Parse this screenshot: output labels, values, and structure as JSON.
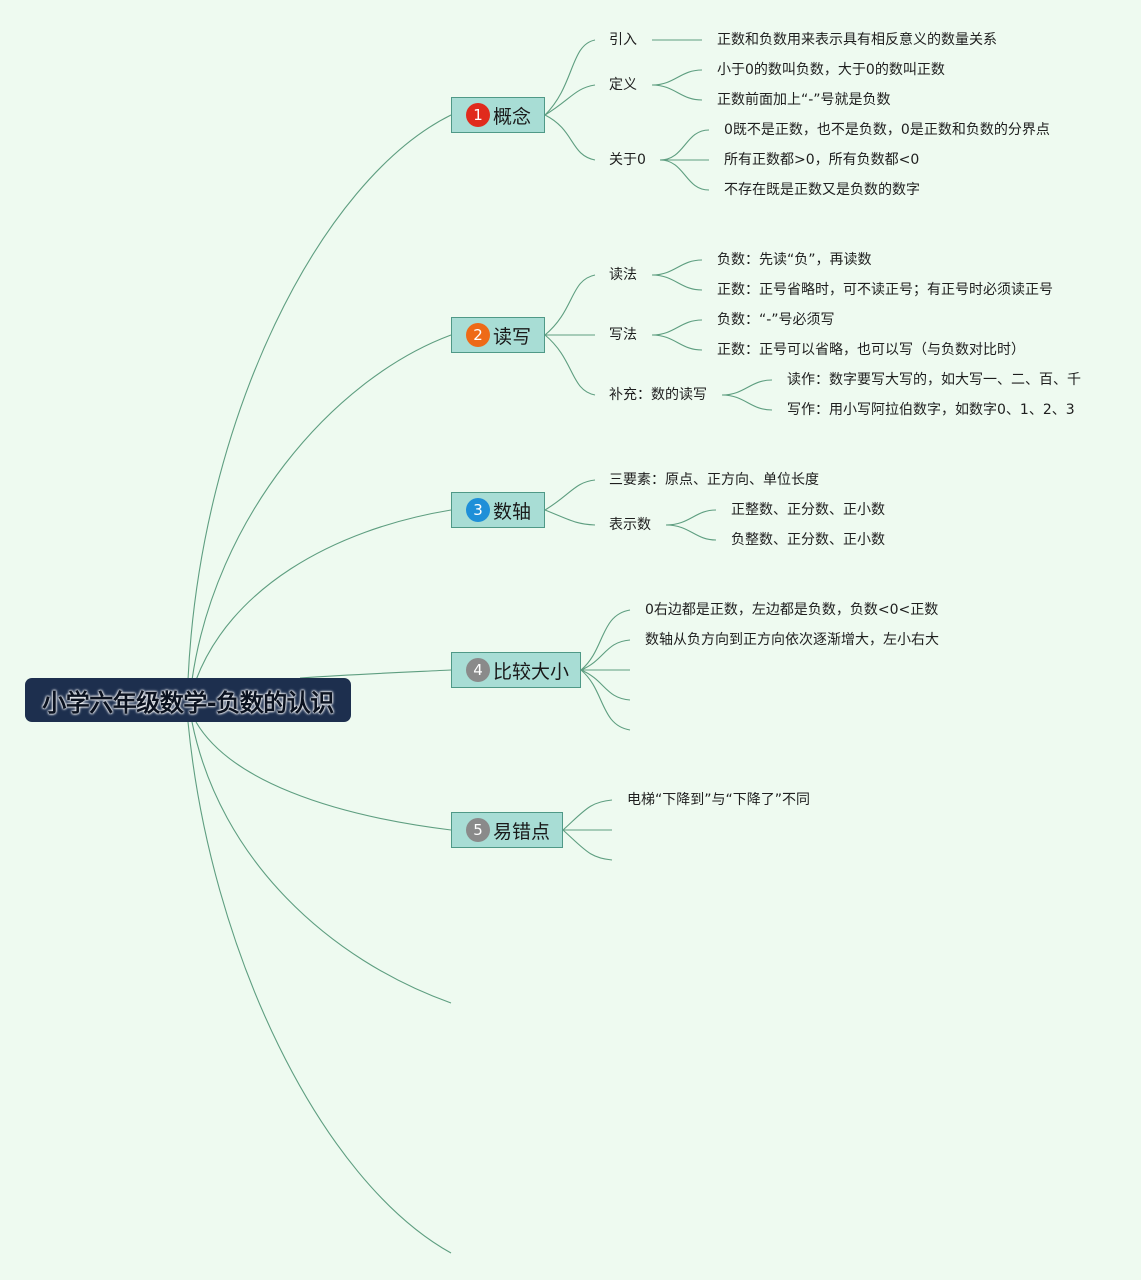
{
  "root": {
    "title": "小学六年级数学-负数的认识"
  },
  "colors": {
    "background": "#eefaf0",
    "root_fill": "#1d2f4e",
    "branch_fill": "#a8ddd5",
    "branch_border": "#4f9987",
    "connector": "#5e9e80",
    "badge_1": "#e02a1c",
    "badge_2": "#ee6a17",
    "badge_3": "#1e8fd8",
    "badge_4": "#8a8a8a",
    "badge_5": "#8a8a8a"
  },
  "branches": [
    {
      "number": "1",
      "label": "概念",
      "badge_icon": "number-1-badge-icon",
      "children": [
        {
          "label": "引入",
          "children": [
            {
              "label": "正数和负数用来表示具有相反意义的数量关系"
            }
          ]
        },
        {
          "label": "定义",
          "children": [
            {
              "label": "小于0的数叫负数，大于0的数叫正数"
            },
            {
              "label": "正数前面加上“-”号就是负数"
            }
          ]
        },
        {
          "label": "关于0",
          "children": [
            {
              "label": "0既不是正数，也不是负数，0是正数和负数的分界点"
            },
            {
              "label": "所有正数都>0，所有负数都<0"
            },
            {
              "label": "不存在既是正数又是负数的数字"
            }
          ]
        }
      ]
    },
    {
      "number": "2",
      "label": "读写",
      "badge_icon": "number-2-badge-icon",
      "children": [
        {
          "label": "读法",
          "children": [
            {
              "label": "负数：先读“负”，再读数"
            },
            {
              "label": "正数：正号省略时，可不读正号；有正号时必须读正号"
            }
          ]
        },
        {
          "label": "写法",
          "children": [
            {
              "label": "负数：“-”号必须写"
            },
            {
              "label": "正数：正号可以省略，也可以写（与负数对比时）"
            }
          ]
        },
        {
          "label": "补充：数的读写",
          "children": [
            {
              "label": "读作：数字要写大写的，如大写一、二、百、千"
            },
            {
              "label": "写作：用小写阿拉伯数字，如数字0、1、2、3"
            }
          ]
        }
      ]
    },
    {
      "number": "3",
      "label": "数轴",
      "badge_icon": "number-3-badge-icon",
      "children": [
        {
          "label": "三要素：原点、正方向、单位长度",
          "children": []
        },
        {
          "label": "表示数",
          "children": [
            {
              "label": "正整数、正分数、正小数"
            },
            {
              "label": "负整数、正分数、正小数"
            }
          ]
        }
      ]
    },
    {
      "number": "4",
      "label": "比较大小",
      "badge_icon": "number-4-badge-icon",
      "children": [
        {
          "label": "0右边都是正数，左边都是负数，负数<0<正数"
        },
        {
          "label": "数轴从负方向到正方向依次逐渐增大，左小右大"
        },
        {
          "label": ""
        },
        {
          "label": ""
        },
        {
          "label": ""
        }
      ]
    },
    {
      "number": "5",
      "label": "易错点",
      "badge_icon": "number-5-badge-icon",
      "children": [
        {
          "label": "电梯“下降到”与“下降了”不同"
        },
        {
          "label": ""
        },
        {
          "label": ""
        }
      ]
    }
  ]
}
